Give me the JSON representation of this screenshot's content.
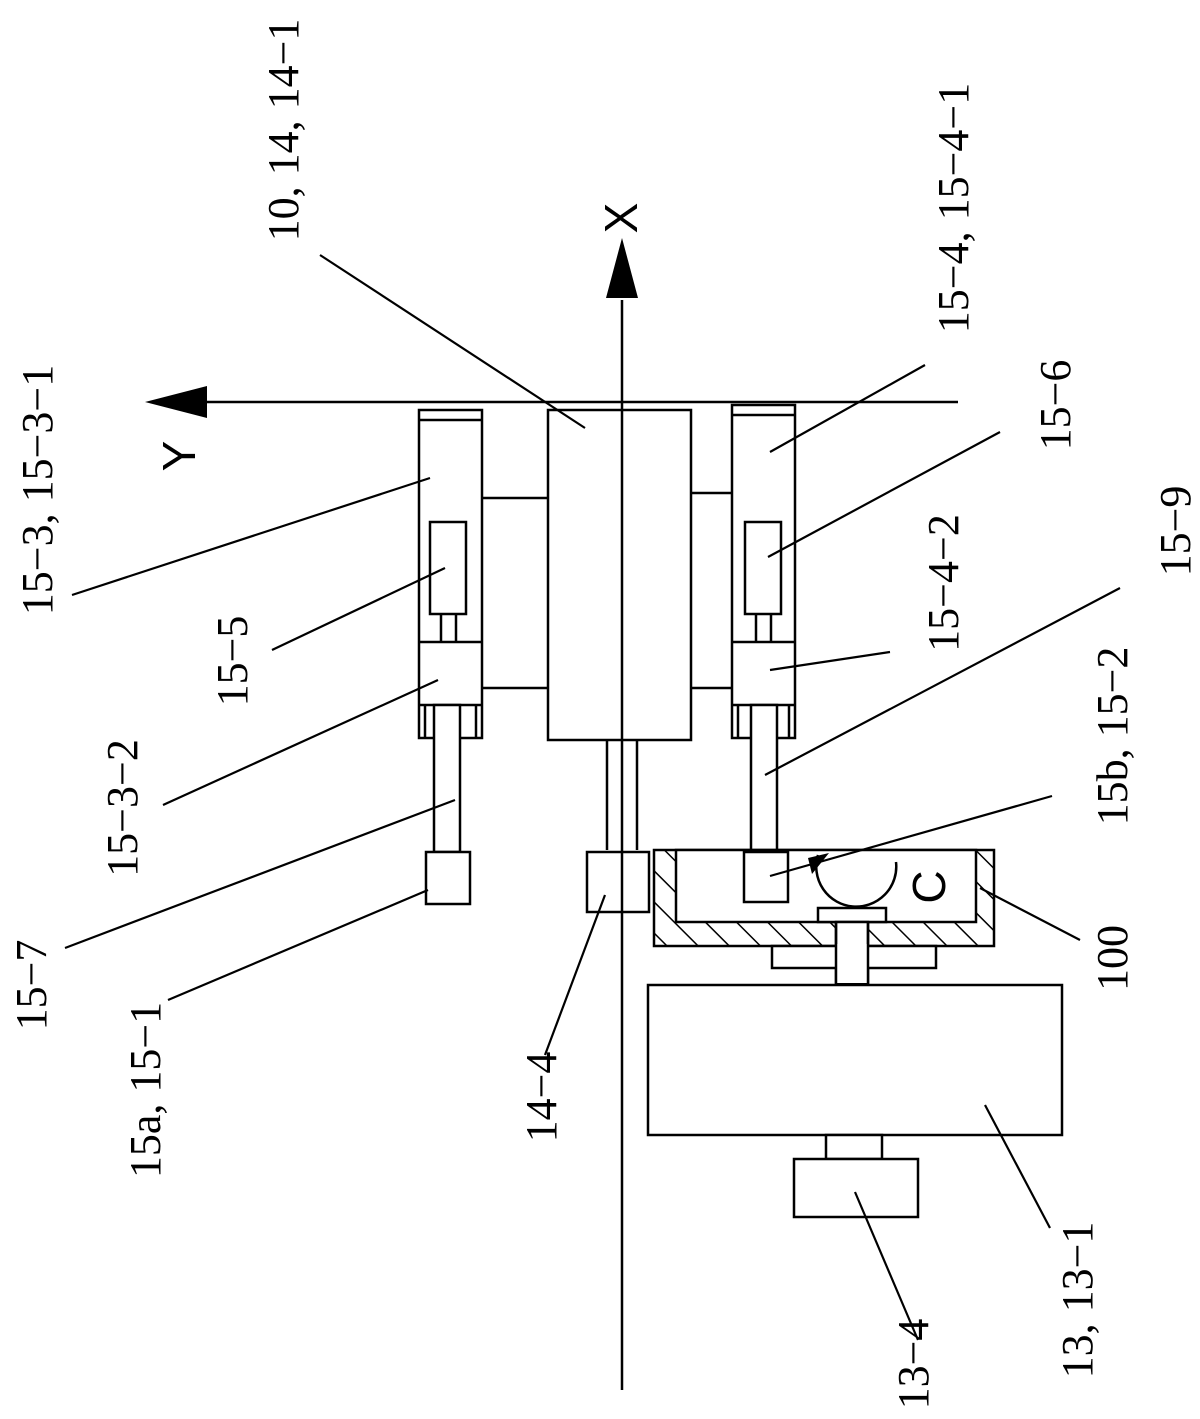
{
  "axes": {
    "x_label": "X",
    "y_label": "Y"
  },
  "rotation_label": "C",
  "labels": {
    "l_10_14_14_1": "10, 14, 14−1",
    "l_15_4_15_4_1": "15−4, 15−4−1",
    "l_15_6": "15−6",
    "l_15_4_2": "15−4−2",
    "l_15_9": "15−9",
    "l_15b_15_2": "15b, 15−2",
    "l_100": "100",
    "l_13_13_1": "13, 13−1",
    "l_13_4": "13−4",
    "l_14_4": "14−4",
    "l_15a_15_1": "15a, 15−1",
    "l_15_7": "15−7",
    "l_15_3_2": "15−3−2",
    "l_15_5": "15−5",
    "l_15_3_15_3_1": "15−3, 15−3−1"
  }
}
